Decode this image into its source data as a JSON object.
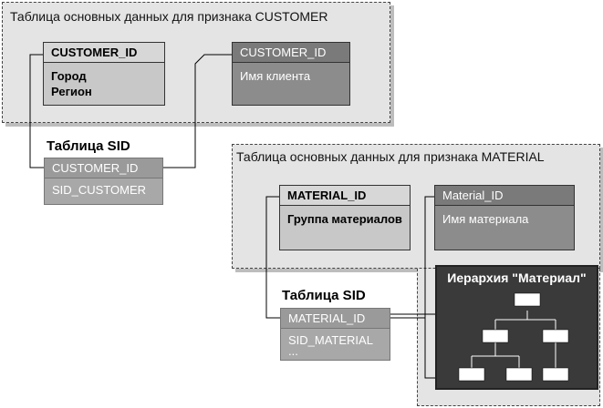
{
  "customer_region": {
    "title": "Таблица основных данных для признака CUSTOMER"
  },
  "customer_master_attr": {
    "header": "CUSTOMER_ID",
    "fields": [
      "Город",
      "Регион"
    ]
  },
  "customer_master_text": {
    "header": "CUSTOMER_ID",
    "fields": [
      "Имя клиента"
    ]
  },
  "customer_sid": {
    "title": "Таблица SID",
    "header": "CUSTOMER_ID",
    "fields": [
      "SID_CUSTOMER"
    ]
  },
  "material_region": {
    "title": "Таблица основных данных для признака MATERIAL"
  },
  "material_master_attr": {
    "header": "MATERIAL_ID",
    "fields": [
      "Группа материалов"
    ]
  },
  "material_master_text": {
    "header": "Material_ID",
    "fields": [
      "Имя материала"
    ]
  },
  "material_sid": {
    "title": "Таблица SID",
    "header": "MATERIAL_ID",
    "fields": [
      "SID_MATERIAL",
      "..."
    ]
  },
  "hierarchy": {
    "title": "Иерархия \"Материал\""
  },
  "colors": {
    "region_bg": "#e4e4e4",
    "light_table": "#c8c8c8",
    "dark_table": "#8c8c8c",
    "hierarchy_bg": "#3a3a3a"
  }
}
